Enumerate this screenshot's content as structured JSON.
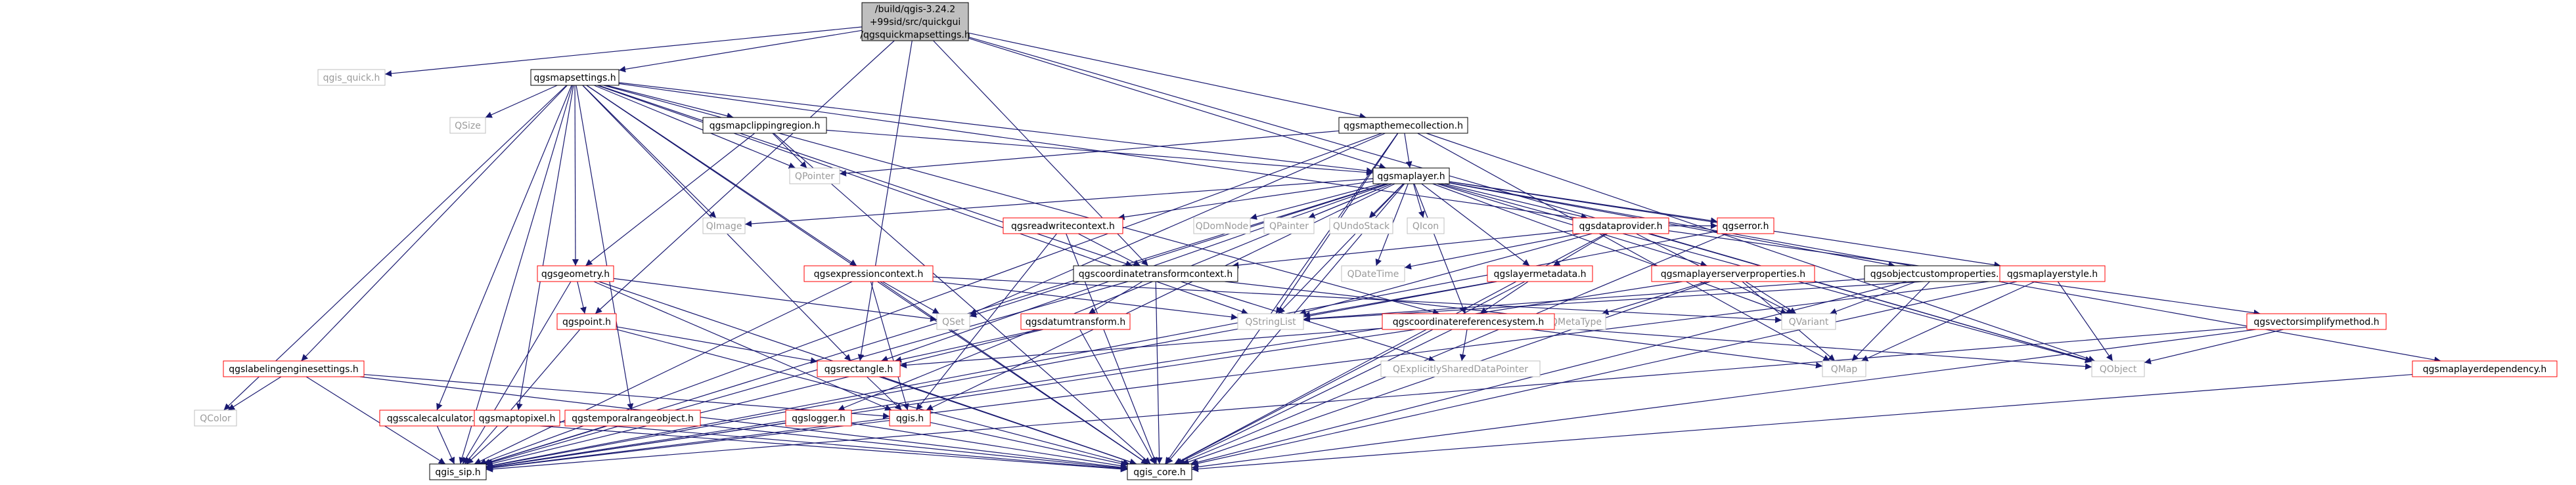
{
  "colors": {
    "root_fill": "#bfbfbf",
    "node_border_black": "#000000",
    "node_border_red": "#ff0000",
    "node_border_gray": "#bfbfbf",
    "edge": "#191970",
    "text": "#000000",
    "gray_text": "#9a9a9a"
  },
  "nodes": {
    "root": "/build/qgis-3.24.2+99sid/src/quickgui/qgsquickmapsettings.h",
    "qgis_quick": "qgis_quick.h",
    "qgsmapsettings": "qgsmapsettings.h",
    "qgsmapthemecollection": "qgsmapthemecollection.h",
    "qsize": "QSize",
    "qgsmapclippingregion": "qgsmapclippingregion.h",
    "qpointer": "QPointer",
    "qgsmaplayer": "qgsmaplayer.h",
    "qimage": "QImage",
    "qgsreadwritecontext": "qgsreadwritecontext.h",
    "qdomnode": "QDomNode",
    "qpainter": "QPainter",
    "qundostack": "QUndoStack",
    "qicon": "QIcon",
    "qgsdataprovider": "qgsdataprovider.h",
    "qgsgeometry": "qgsgeometry.h",
    "qgsexpressioncontext": "qgsexpressioncontext.h",
    "qgscoordinatetransformcontext": "qgscoordinatetransformcontext.h",
    "qdatetime": "QDateTime",
    "qgslayermetadata": "qgslayermetadata.h",
    "qgsmapserverproperties": "qgsmaplayerserverproperties.h",
    "qgsobjectcustomproperties": "qgsobjectcustomproperties.h",
    "qgsmaplayerstyle": "qgsmaplayerstyle.h",
    "qgserror": "qgserror.h",
    "qgspoint": "qgspoint.h",
    "qset": "QSet",
    "qstringlist": "QStringList",
    "qmetatype": "QMetaType",
    "qvariant": "QVariant",
    "qgsdatumtransform": "qgsdatumtransform.h",
    "qgscrs": "qgscoordinatereferencesystem.h",
    "qgsvectorsimplifymethod": "qgsvectorsimplifymethod.h",
    "qgsrectangle": "qgsrectangle.h",
    "qexplicitly": "QExplicitlySharedDataPointer",
    "qmap": "QMap",
    "qobject": "QObject",
    "qgsmaplayerdependency": "qgsmaplayerdependency.h",
    "qgslabelingenginesettings": "qgslabelingenginesettings.h",
    "qcolor": "QColor",
    "qgsscalecalculator": "qgsscalecalculator.h",
    "qgsmaptopixel": "qgsmaptopixel.h",
    "qgstemporalrangeobject": "qgstemporalrangeobject.h",
    "qgslogger": "qgslogger.h",
    "qgis": "qgis.h",
    "qgis_sip": "qgis_sip.h",
    "qgis_core": "qgis_core.h"
  }
}
